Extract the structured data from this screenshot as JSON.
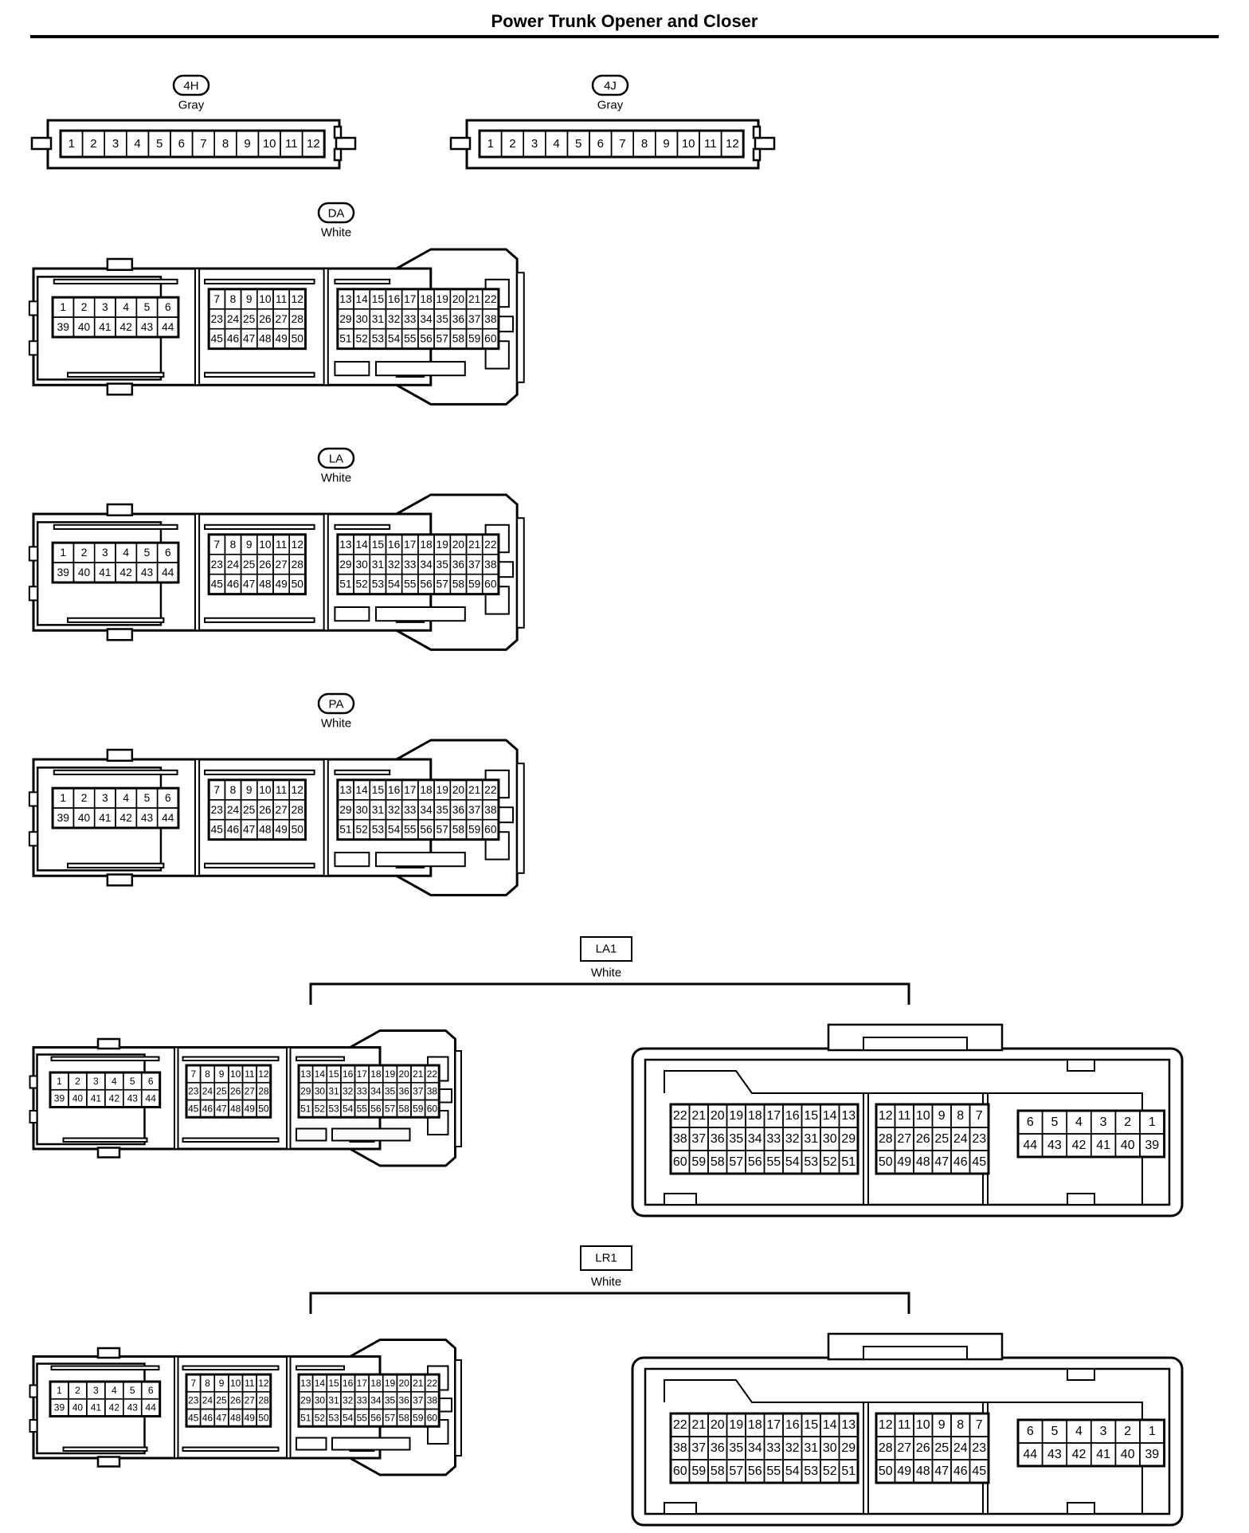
{
  "page": {
    "title": "Power Trunk Opener and Closer"
  },
  "connectors": [
    {
      "id": "4H",
      "label_shape": "oval",
      "color_text": "Gray",
      "style": "linear12"
    },
    {
      "id": "4J",
      "label_shape": "oval",
      "color_text": "Gray",
      "style": "linear12"
    },
    {
      "id": "DA",
      "label_shape": "oval",
      "color_text": "White",
      "style": "ecu60"
    },
    {
      "id": "LA",
      "label_shape": "oval",
      "color_text": "White",
      "style": "ecu60"
    },
    {
      "id": "PA",
      "label_shape": "oval",
      "color_text": "White",
      "style": "ecu60"
    },
    {
      "id": "LA1",
      "label_shape": "box",
      "color_text": "White",
      "style": "ecu60_pair"
    },
    {
      "id": "LR1",
      "label_shape": "box",
      "color_text": "White",
      "style": "ecu60_pair"
    }
  ],
  "pin_groups": {
    "linear12": [
      [
        "1",
        "2",
        "3",
        "4",
        "5",
        "6",
        "7",
        "8",
        "9",
        "10",
        "11",
        "12"
      ]
    ],
    "ecu_left": [
      [
        "1",
        "2",
        "3",
        "4",
        "5",
        "6"
      ],
      [
        "39",
        "40",
        "41",
        "42",
        "43",
        "44"
      ]
    ],
    "ecu_mid": [
      [
        "7",
        "8",
        "9",
        "10",
        "11",
        "12"
      ],
      [
        "23",
        "24",
        "25",
        "26",
        "27",
        "28"
      ],
      [
        "45",
        "46",
        "47",
        "48",
        "49",
        "50"
      ]
    ],
    "ecu_right": [
      [
        "13",
        "14",
        "15",
        "16",
        "17",
        "18",
        "19",
        "20",
        "21",
        "22"
      ],
      [
        "29",
        "30",
        "31",
        "32",
        "33",
        "34",
        "35",
        "36",
        "37",
        "38"
      ],
      [
        "51",
        "52",
        "53",
        "54",
        "55",
        "56",
        "57",
        "58",
        "59",
        "60"
      ]
    ],
    "mirror_left": [
      [
        "22",
        "21",
        "20",
        "19",
        "18",
        "17",
        "16",
        "15",
        "14",
        "13"
      ],
      [
        "38",
        "37",
        "36",
        "35",
        "34",
        "33",
        "32",
        "31",
        "30",
        "29"
      ],
      [
        "60",
        "59",
        "58",
        "57",
        "56",
        "55",
        "54",
        "53",
        "52",
        "51"
      ]
    ],
    "mirror_mid": [
      [
        "12",
        "11",
        "10",
        "9",
        "8",
        "7"
      ],
      [
        "28",
        "27",
        "26",
        "25",
        "24",
        "23"
      ],
      [
        "50",
        "49",
        "48",
        "47",
        "46",
        "45"
      ]
    ],
    "mirror_right": [
      [
        "6",
        "5",
        "4",
        "3",
        "2",
        "1"
      ],
      [
        "44",
        "43",
        "42",
        "41",
        "40",
        "39"
      ]
    ]
  },
  "colors": {
    "line": "#000000",
    "background": "#ffffff"
  }
}
